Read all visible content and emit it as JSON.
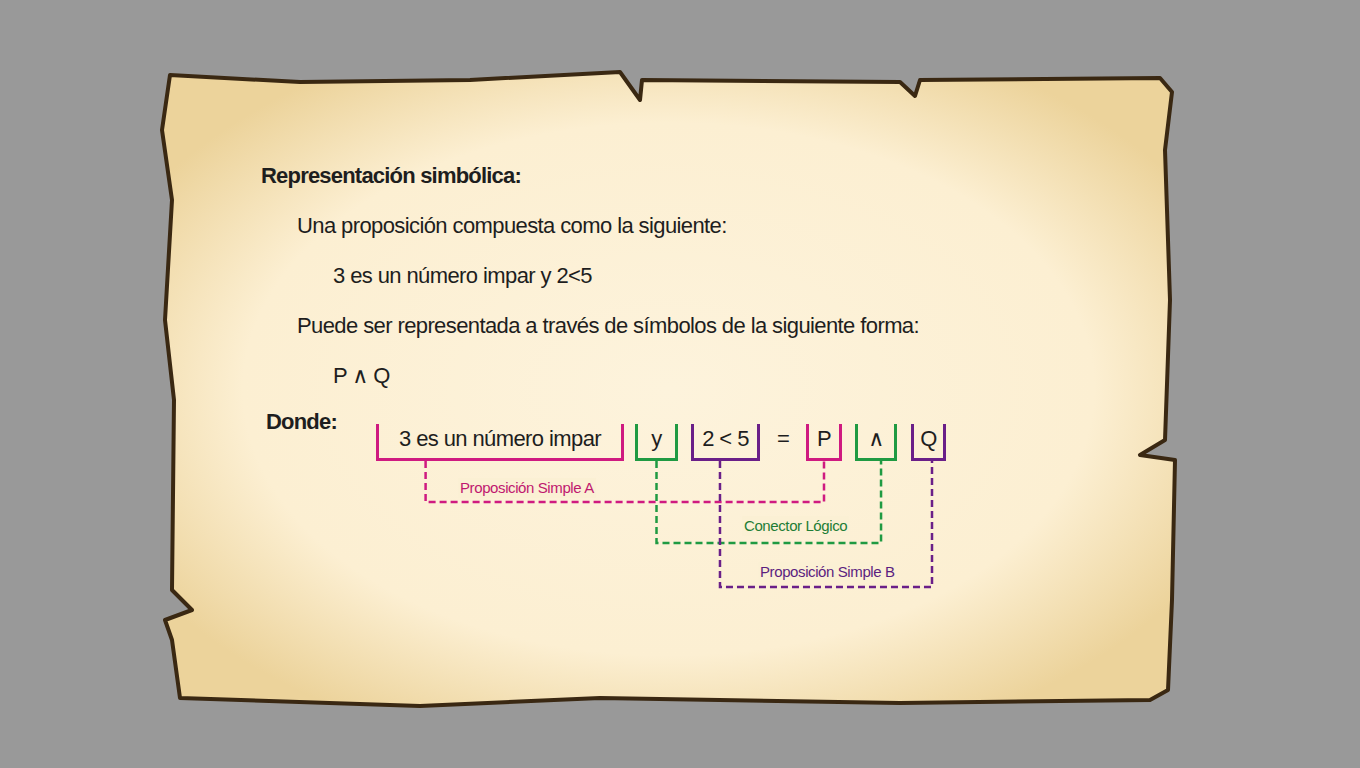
{
  "diagram": {
    "title": "Representación simbólica:",
    "nodes": [
      {
        "text": [
          "3 es un número impar"
        ]
      },
      {
        "text": [
          "y"
        ]
      },
      {
        "text": [
          "2 < 5"
        ]
      },
      {
        "text": [
          "P"
        ]
      },
      {
        "text": [
          "∧"
        ]
      },
      {
        "text": [
          "Q"
        ]
      }
    ],
    "edges": [
      {
        "from": 0,
        "to": 3,
        "arrow": "none",
        "label": "Proposición Simple A"
      },
      {
        "from": 1,
        "to": 4,
        "arrow": "none",
        "label": "Conector Lógico"
      },
      {
        "from": 2,
        "to": 5,
        "arrow": "none",
        "label": "Proposición Simple B"
      }
    ],
    "labels": [
      "Una proposición compuesta como la siguiente:",
      "3 es un número impar y 2<5",
      "Puede ser representada a través de símbolos de la siguiente forma:",
      "P ∧ Q",
      "Donde:",
      "="
    ]
  }
}
